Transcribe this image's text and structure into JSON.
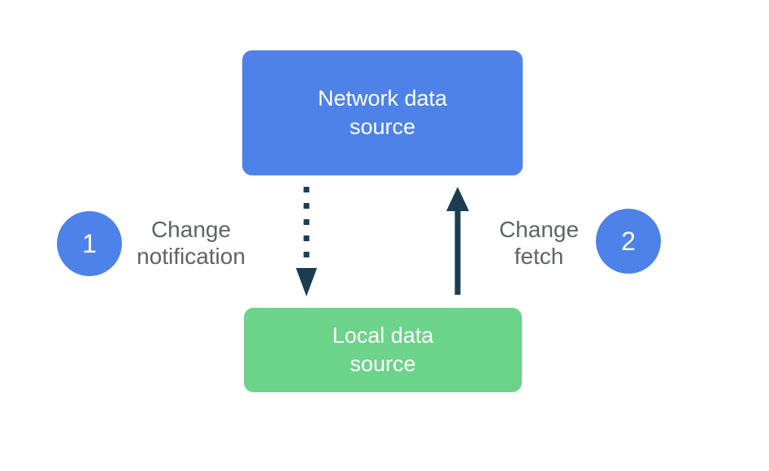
{
  "colors": {
    "node_blue": "#4E82E8",
    "node_green": "#6CD38A",
    "arrow_dark": "#1D3C52",
    "label_gray": "#5F6368",
    "node_text": "#FFFFFF"
  },
  "nodes": {
    "network": {
      "label": "Network data\nsource"
    },
    "local": {
      "label": "Local data\nsource"
    }
  },
  "steps": [
    {
      "number": "1",
      "label": "Change\nnotification"
    },
    {
      "number": "2",
      "label": "Change\nfetch"
    }
  ],
  "arrows": [
    {
      "id": "change-notification",
      "style": "dotted",
      "direction": "down",
      "from": "Network data source",
      "to": "Local data source"
    },
    {
      "id": "change-fetch",
      "style": "solid",
      "direction": "up",
      "from": "Local data source",
      "to": "Network data source"
    }
  ]
}
